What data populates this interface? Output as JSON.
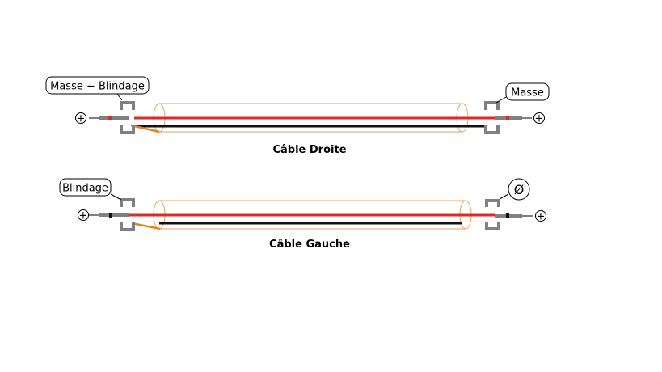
{
  "cables": [
    {
      "caption": "Câble Droite",
      "left_callout": "Masse + Blindage",
      "right_callout": "Masse",
      "left_terminal": "⊕",
      "right_terminal": "⊕"
    },
    {
      "caption": "Câble Gauche",
      "left_callout": "Blindage",
      "right_callout": "Ø",
      "left_terminal": "⊕",
      "right_terminal": "⊕"
    }
  ],
  "colors": {
    "shield": "#e8a160",
    "red_wire": "#dd2a2a",
    "black_wire": "#111111",
    "connector": "#808080",
    "drain_wire": "#e88020"
  }
}
